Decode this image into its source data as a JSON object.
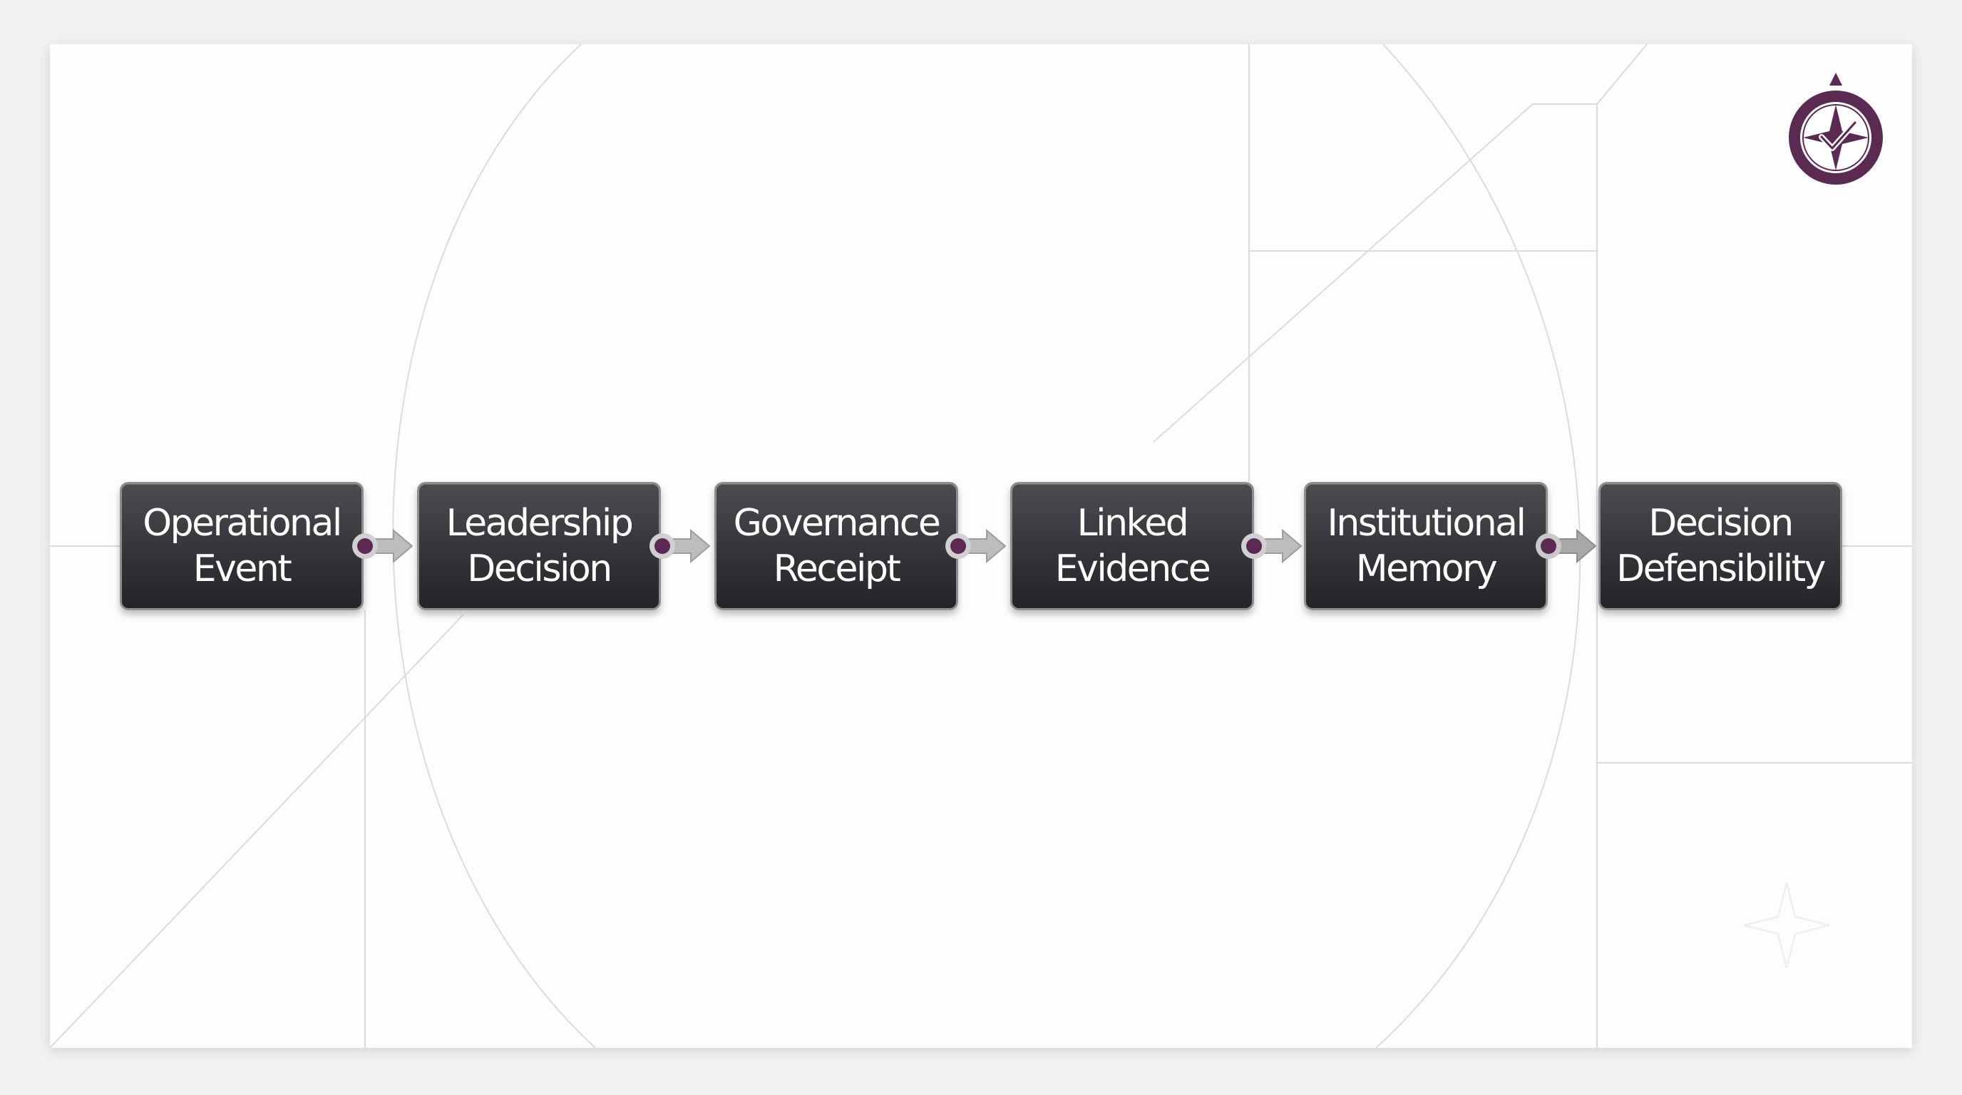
{
  "diagram": {
    "steps": [
      {
        "label": "Operational\nEvent"
      },
      {
        "label": "Leadership\nDecision"
      },
      {
        "label": "Governance\nReceipt"
      },
      {
        "label": "Linked\nEvidence"
      },
      {
        "label": "Institutional\nMemory"
      },
      {
        "label": "Decision\nDefensibility"
      }
    ]
  },
  "colors": {
    "accent": "#5a2a52",
    "node_fill": "#38393d",
    "node_border": "#8e8e8e",
    "arrow": "#b5b5b5"
  },
  "icons": {
    "logo": "compass-check-icon",
    "connector": "arrow-right-icon",
    "decoration": "sparkle-icon"
  }
}
